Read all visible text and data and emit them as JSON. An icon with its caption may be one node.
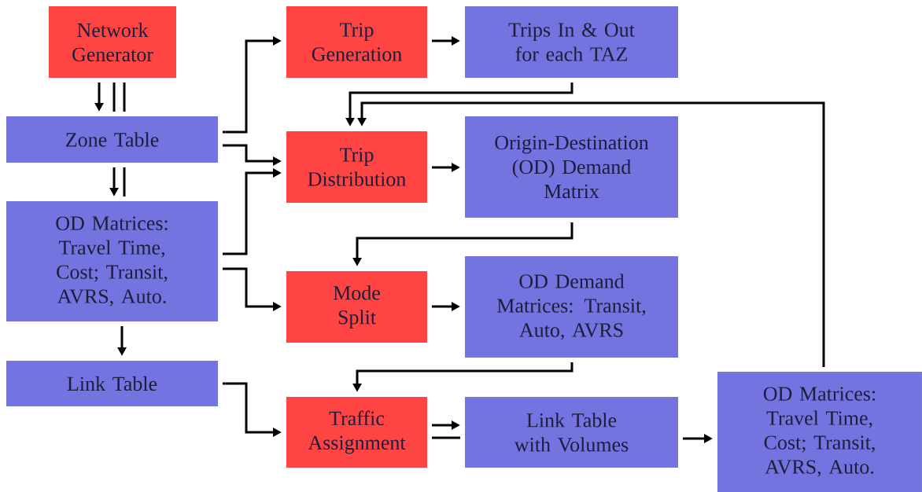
{
  "diagram": {
    "nodes": [
      {
        "text": [
          "Network Generator"
        ]
      },
      {
        "text": [
          "Zone Table"
        ]
      },
      {
        "text": [
          "OD Matrices: Travel Time, Cost; Transit, AVRS, Auto."
        ]
      },
      {
        "text": [
          "Link Table"
        ]
      },
      {
        "text": [
          "Trip Generation"
        ]
      },
      {
        "text": [
          "Trips In & Out for each TAZ"
        ]
      },
      {
        "text": [
          "Trip Distribution"
        ]
      },
      {
        "text": [
          "Origin-Destination (OD) Demand Matrix"
        ]
      },
      {
        "text": [
          "Mode Split"
        ]
      },
      {
        "text": [
          "OD Demand Matrices: Transit, Auto, AVRS"
        ]
      },
      {
        "text": [
          "Traffic Assignment"
        ]
      },
      {
        "text": [
          "Link Table with Volumes"
        ]
      },
      {
        "text": [
          "OD Matrices: Travel Time, Cost; Transit, AVRS, Auto."
        ]
      }
    ],
    "edges": [
      {
        "from": 0,
        "to": 1,
        "arrow": "to"
      },
      {
        "from": 0,
        "to": 1,
        "arrow": "none"
      },
      {
        "from": 0,
        "to": 1,
        "arrow": "none"
      },
      {
        "from": 1,
        "to": 2,
        "arrow": "to"
      },
      {
        "from": 1,
        "to": 2,
        "arrow": "none"
      },
      {
        "from": 2,
        "to": 3,
        "arrow": "to"
      },
      {
        "from": 1,
        "to": 4,
        "arrow": "to"
      },
      {
        "from": 1,
        "to": 6,
        "arrow": "to"
      },
      {
        "from": 2,
        "to": 6,
        "arrow": "to"
      },
      {
        "from": 2,
        "to": 8,
        "arrow": "to"
      },
      {
        "from": 3,
        "to": 10,
        "arrow": "to"
      },
      {
        "from": 4,
        "to": 5,
        "arrow": "to"
      },
      {
        "from": 5,
        "to": 6,
        "arrow": "to"
      },
      {
        "from": 12,
        "to": 6,
        "arrow": "to"
      },
      {
        "from": 6,
        "to": 7,
        "arrow": "to"
      },
      {
        "from": 7,
        "to": 8,
        "arrow": "to"
      },
      {
        "from": 8,
        "to": 9,
        "arrow": "to"
      },
      {
        "from": 9,
        "to": 10,
        "arrow": "to"
      },
      {
        "from": 10,
        "to": 11,
        "arrow": "to"
      },
      {
        "from": 10,
        "to": 11,
        "arrow": "none"
      },
      {
        "from": 11,
        "to": 12,
        "arrow": "to"
      }
    ]
  }
}
